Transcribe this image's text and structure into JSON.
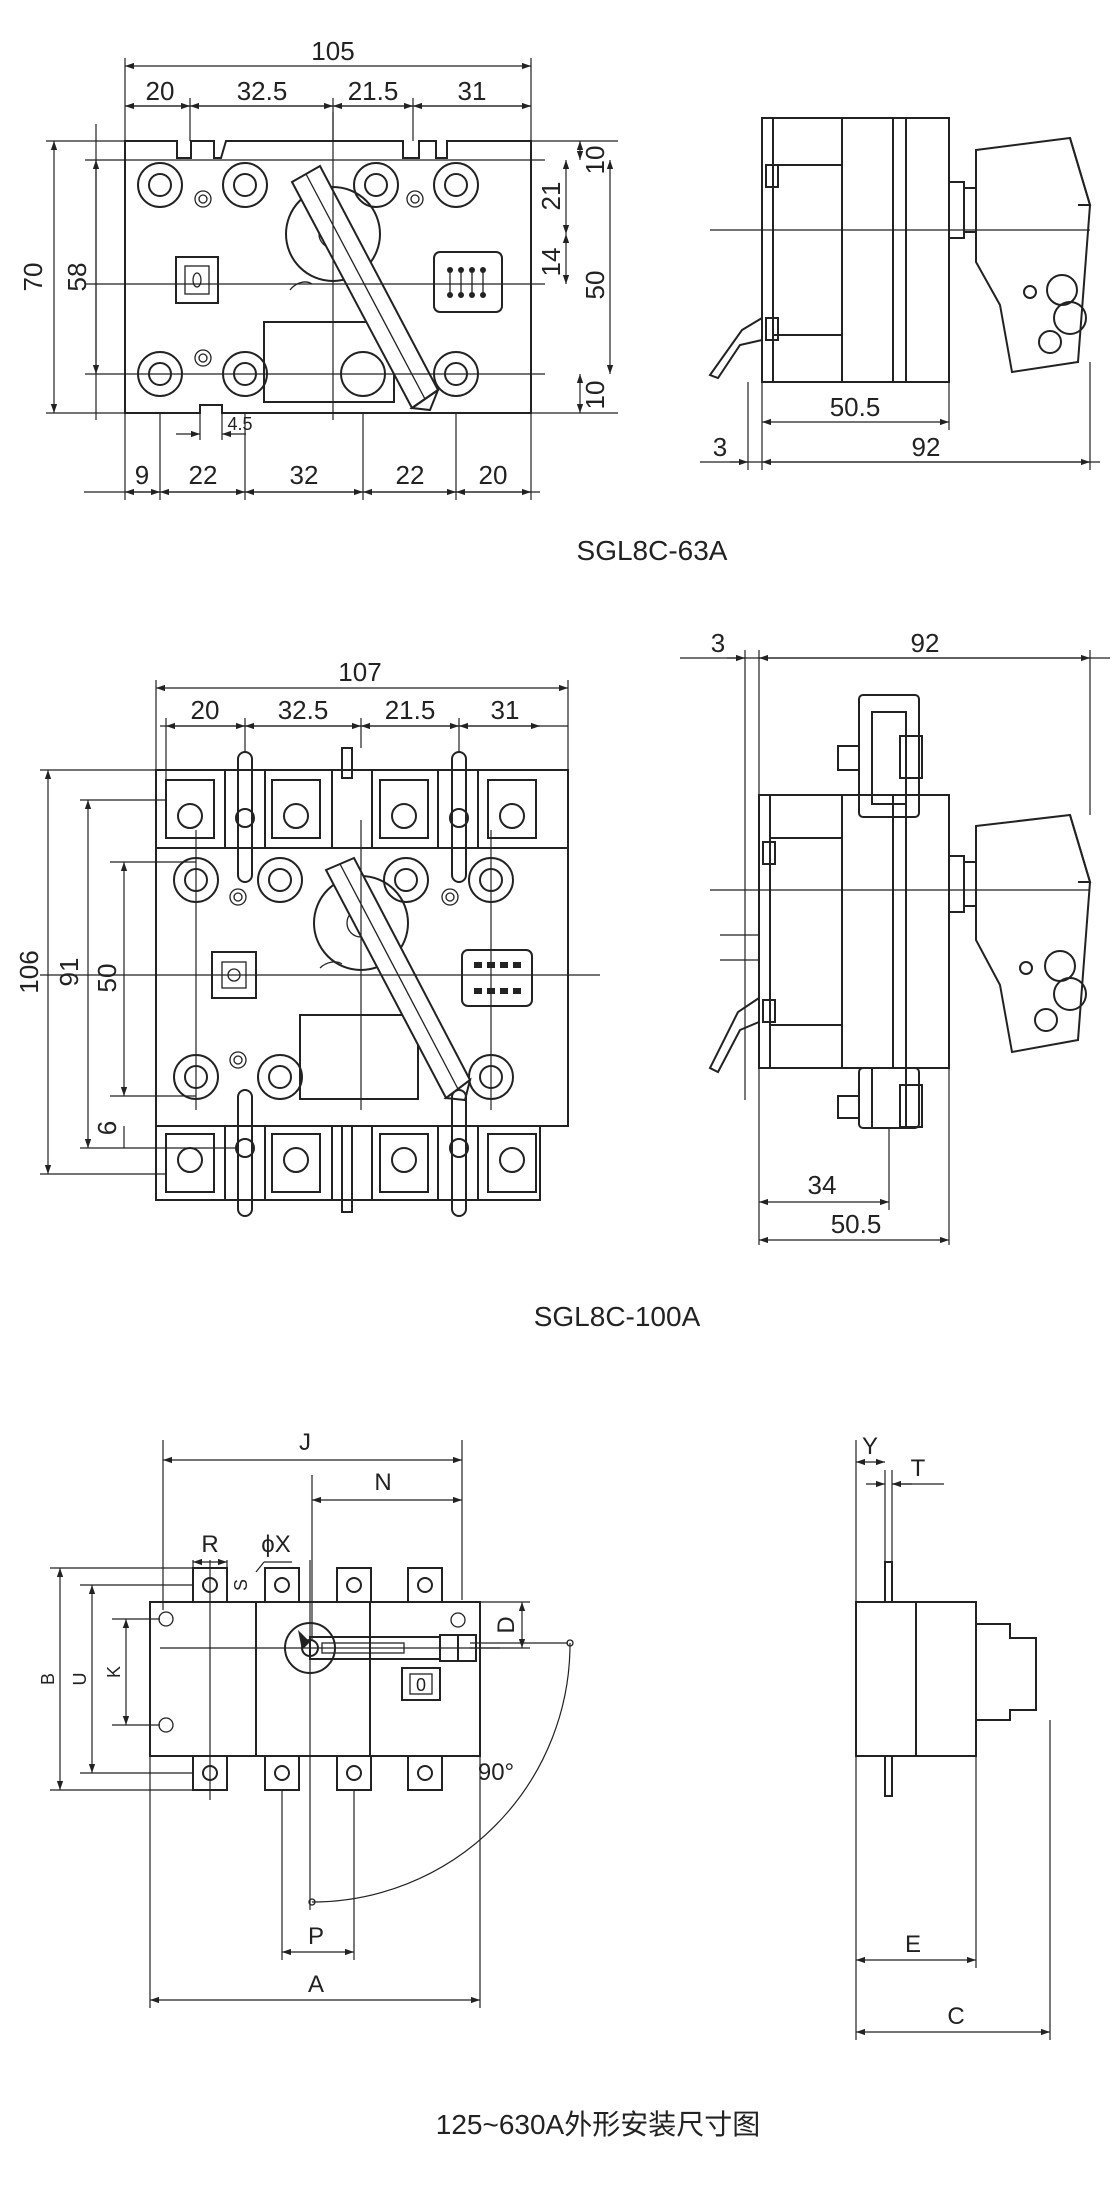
{
  "diagram_1": {
    "caption": "SGL8C-63A",
    "front_top_overall": "105",
    "front_top_segments": [
      "20",
      "32.5",
      "21.5",
      "31"
    ],
    "front_left_outer": "70",
    "front_left_inner": "58",
    "front_right_dims": [
      "10",
      "21",
      "14",
      "50",
      "10"
    ],
    "front_bottom_segments": [
      "9",
      "22",
      "32",
      "22",
      "20"
    ],
    "slot_width": "4.5",
    "side_depth_body": "50.5",
    "side_offset": "3",
    "side_depth_total": "92"
  },
  "diagram_2": {
    "caption": "SGL8C-100A",
    "front_top_overall": "107",
    "front_top_segments": [
      "20",
      "32.5",
      "21.5",
      "31"
    ],
    "front_left_dims": [
      "106",
      "91",
      "50",
      "6"
    ],
    "side_offset": "3",
    "side_depth_total": "92",
    "side_depth_mount": "34",
    "side_depth_body": "50.5"
  },
  "diagram_3": {
    "caption": "125~630A外形安装尺寸图",
    "labels": {
      "J": "J",
      "N": "N",
      "R": "R",
      "phiX": "ϕX",
      "S": "S",
      "D": "D",
      "B": "B",
      "U": "U",
      "K": "K",
      "angle": "90°",
      "P": "P",
      "A": "A",
      "Y": "Y",
      "T": "T",
      "E": "E",
      "C": "C"
    },
    "window_value": "0"
  }
}
